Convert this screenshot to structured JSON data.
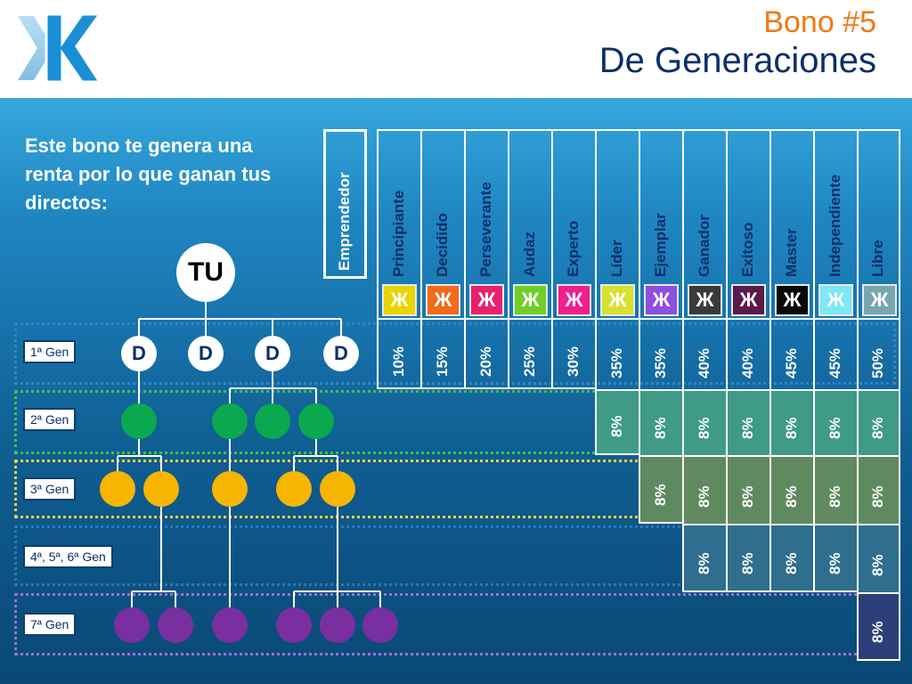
{
  "header": {
    "title_line1": "Bono #5",
    "title_line2": "De Generaciones",
    "logo_letter": "K"
  },
  "intro_text": "Este bono te genera una renta por lo que ganan tus directos:",
  "tree": {
    "root_label": "TU",
    "direct_label": "D"
  },
  "generations": [
    "1ª Gen",
    "2ª Gen",
    "3ª Gen",
    "4ª, 5ª, 6ª Gen",
    "7ª Gen"
  ],
  "first_column": "Emprendedor",
  "badge_glyph": "Ж",
  "ranks": [
    {
      "name": "Principiante",
      "color": "#e9d400",
      "gen1": "10%"
    },
    {
      "name": "Decidido",
      "color": "#f26a1b",
      "gen1": "15%"
    },
    {
      "name": "Perseverante",
      "color": "#e8206e",
      "gen1": "20%"
    },
    {
      "name": "Audaz",
      "color": "#6fcf2a",
      "gen1": "25%"
    },
    {
      "name": "Experto",
      "color": "#ef1f8e",
      "gen1": "30%"
    },
    {
      "name": "Líder",
      "color": "#d6e12f",
      "gen1": "35%"
    },
    {
      "name": "Ejemplar",
      "color": "#8d4fe0",
      "gen1": "35%"
    },
    {
      "name": "Ganador",
      "color": "#3a3a3a",
      "gen1": "40%"
    },
    {
      "name": "Exitoso",
      "color": "#5a1a4a",
      "gen1": "40%"
    },
    {
      "name": "Master",
      "color": "#0a0a0a",
      "gen1": "45%"
    },
    {
      "name": "Independiente",
      "color": "#7ee7f5",
      "gen1": "45%"
    },
    {
      "name": "Libre",
      "color": "#7aa6b2",
      "gen1": "50%"
    }
  ],
  "gen_rates": {
    "gen2": "8%",
    "gen3": "8%",
    "gen4_6": "8%",
    "gen7": "8%"
  },
  "colors": {
    "gen2_node": "#0aa84f",
    "gen3_node": "#f7b500",
    "gen7_node": "#7a2fa0",
    "gen2_fill": "#3f9a88",
    "gen3_fill": "#5f8a5f",
    "gen4_fill": "#2f6e8e",
    "gen7_fill": "#2d3f78"
  }
}
